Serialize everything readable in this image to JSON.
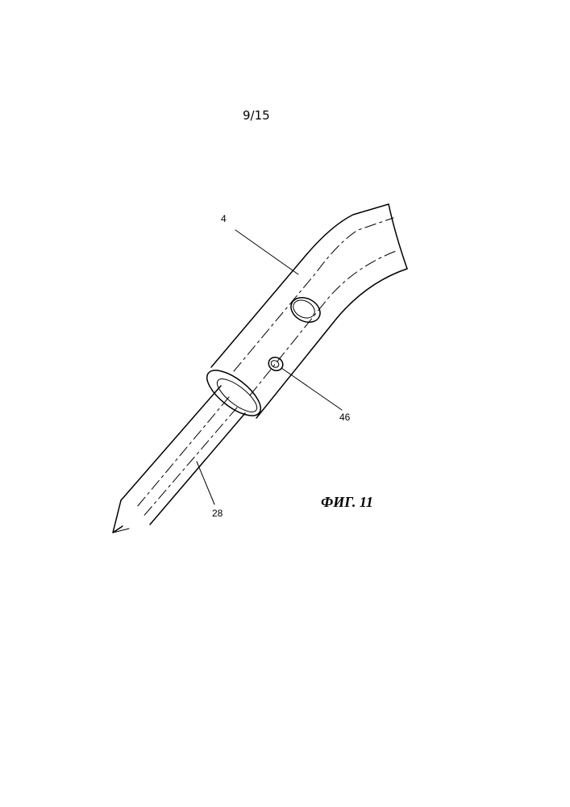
{
  "sheet": {
    "page_number": "9/15"
  },
  "figure": {
    "caption": "ФИГ. 11",
    "reference_numerals": {
      "sheath": "4",
      "side_hole": "46",
      "needle": "28"
    }
  }
}
